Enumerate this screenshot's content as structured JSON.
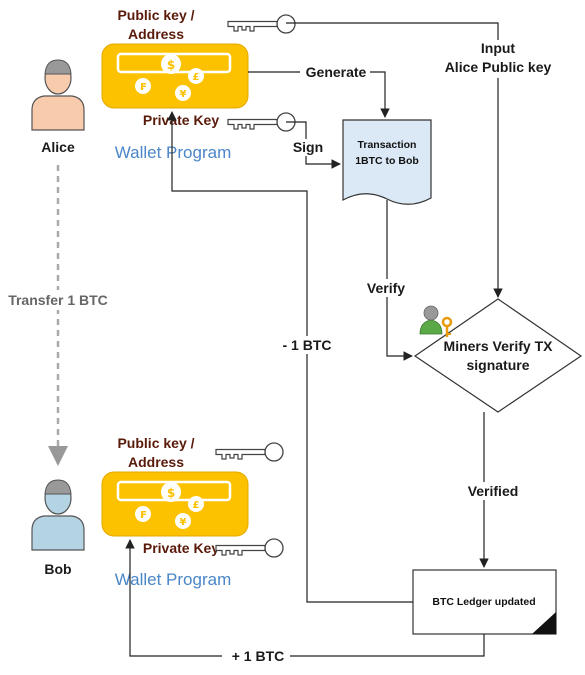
{
  "alice": {
    "name": "Alice",
    "public_key_line1": "Public key /",
    "public_key_line2": "Address",
    "private_key": "Private Key",
    "wallet": "Wallet Program"
  },
  "bob": {
    "name": "Bob",
    "public_key_line1": "Public key /",
    "public_key_line2": "Address",
    "private_key": "Private Key",
    "wallet": "Wallet Program"
  },
  "edges": {
    "transfer": "Transfer 1 BTC",
    "generate": "Generate",
    "sign": "Sign",
    "input_line1": "Input",
    "input_line2": "Alice Public key",
    "verify": "Verify",
    "minus": "- 1 BTC",
    "verified": "Verified",
    "plus": "+ 1 BTC"
  },
  "transaction": {
    "line1": "Transaction",
    "line2": "1BTC to Bob"
  },
  "miners": {
    "line1": "Miners Verify TX",
    "line2": "signature"
  },
  "ledger": {
    "label": "BTC Ledger updated"
  },
  "colors": {
    "wallet_fill": "#fcc200",
    "wallet_stroke": "#e5a800",
    "alice_fill": "#f8cbad",
    "bob_fill": "#b4d4e4",
    "transaction_fill": "#dbe9f6",
    "wallet_label": "#4a86c8"
  }
}
